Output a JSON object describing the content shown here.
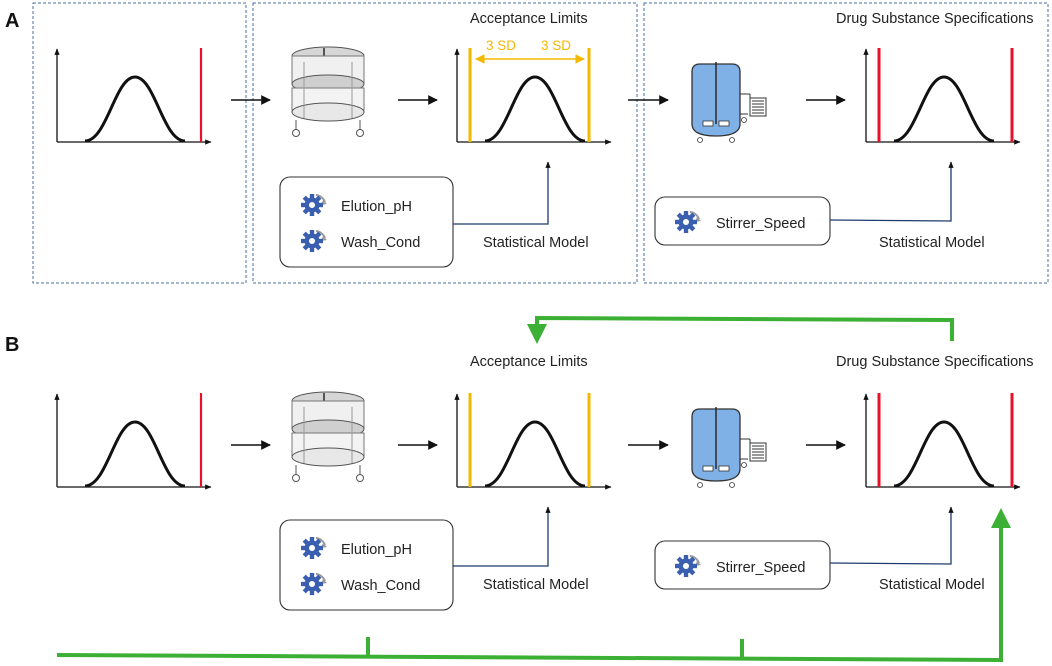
{
  "panels": {
    "A": {
      "letter": "A",
      "stage2_title": "Acceptance Limits",
      "stage3_title": "Drug Substance Specifications",
      "sd_left": "3 SD",
      "sd_right": "3 SD",
      "model_left": "Statistical Model",
      "model_right": "Statistical Model",
      "param_1": "Elution_pH",
      "param_2": "Wash_Cond",
      "param_3": "Stirrer_Speed"
    },
    "B": {
      "letter": "B",
      "stage2_title": "Acceptance Limits",
      "stage3_title": "Drug Substance Specifications",
      "model_left": "Statistical Model",
      "model_right": "Statistical Model",
      "param_1": "Elution_pH",
      "param_2": "Wash_Cond",
      "param_3": "Stirrer_Speed"
    }
  },
  "colors": {
    "frame": "#4a6fa5",
    "limit_red": "#e8102a",
    "limit_yellow": "#f5b800",
    "feedback_green": "#3cb034",
    "gear_blue": "#3a5fb0",
    "vessel_blue": "#7fb0e6",
    "model_line": "#1f3a6e"
  },
  "icons": [
    "chromatography-column-icon",
    "bioreactor-icon",
    "gear-icon",
    "arrow-icon"
  ]
}
